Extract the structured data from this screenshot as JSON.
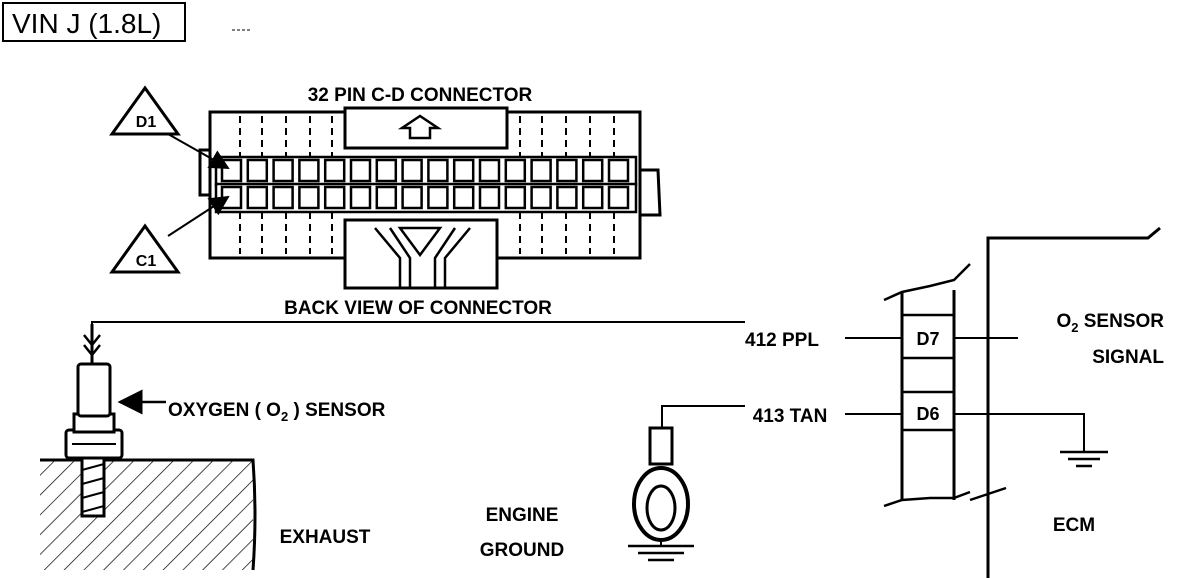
{
  "title": "VIN J (1.8L)",
  "connector": {
    "heading": "32 PIN C-D CONNECTOR",
    "caption": "BACK VIEW OF CONNECTOR",
    "pin_d1": "D1",
    "pin_c1": "C1"
  },
  "sensor": {
    "label_prefix": "OXYGEN ( O",
    "label_sub": "2",
    "label_suffix": " ) SENSOR"
  },
  "wires": {
    "signal_wire": "412 PPL",
    "ground_wire": "413 TAN"
  },
  "ecm": {
    "pin_top": "D7",
    "pin_bottom": "D6",
    "label": "ECM",
    "signal_line1_prefix": "O",
    "signal_line1_sub": "2",
    "signal_line1_suffix": " SENSOR",
    "signal_line2": "SIGNAL"
  },
  "labels": {
    "exhaust": "EXHAUST",
    "engine_ground_line1": "ENGINE",
    "engine_ground_line2": "GROUND"
  }
}
